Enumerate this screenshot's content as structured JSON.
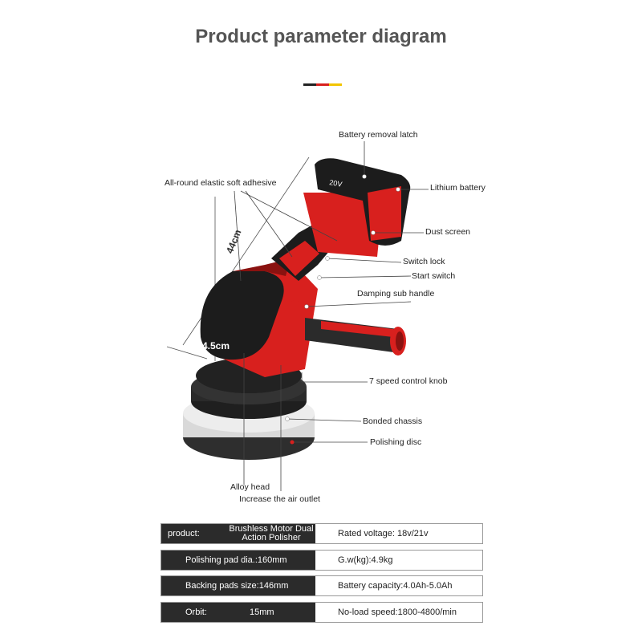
{
  "title": "Product parameter diagram",
  "flag_colors": [
    "#222222",
    "#d8201e",
    "#f2c500"
  ],
  "dimensions": {
    "length": "44cm",
    "height": "4.5cm"
  },
  "callouts": {
    "battery_removal_latch": "Battery removal latch",
    "lithium_battery": "Lithium battery",
    "dust_screen": "Dust screen",
    "switch_lock": "Switch lock",
    "start_switch": "Start switch",
    "damping_sub_handle": "Damping sub handle",
    "speed_control_knob": "7 speed control knob",
    "bonded_chassis": "Bonded chassis",
    "polishing_disc": "Polishing disc",
    "elastic_soft_adhesive": "All-round elastic soft adhesive",
    "alloy_head": "Alloy head",
    "air_outlet": "Increase the air outlet",
    "battery_label": "20V"
  },
  "specs": [
    {
      "key": "product:",
      "value": "Brushless Motor Dual Action Polisher",
      "right": "Rated voltage: 18v/21v"
    },
    {
      "key": "Polishing pad dia.:160mm",
      "value": "",
      "right": "G.w(kg):4.9kg"
    },
    {
      "key": "Backing pads size:146mm",
      "value": "",
      "right": "Battery capacity:4.0Ah-5.0Ah"
    },
    {
      "key": "Orbit:",
      "value": "15mm",
      "right": "No-load speed:1800-4800/min"
    }
  ],
  "colors": {
    "tool_red": "#d8201e",
    "tool_black": "#1c1c1c",
    "pad_gray": "#cfcfcf"
  }
}
